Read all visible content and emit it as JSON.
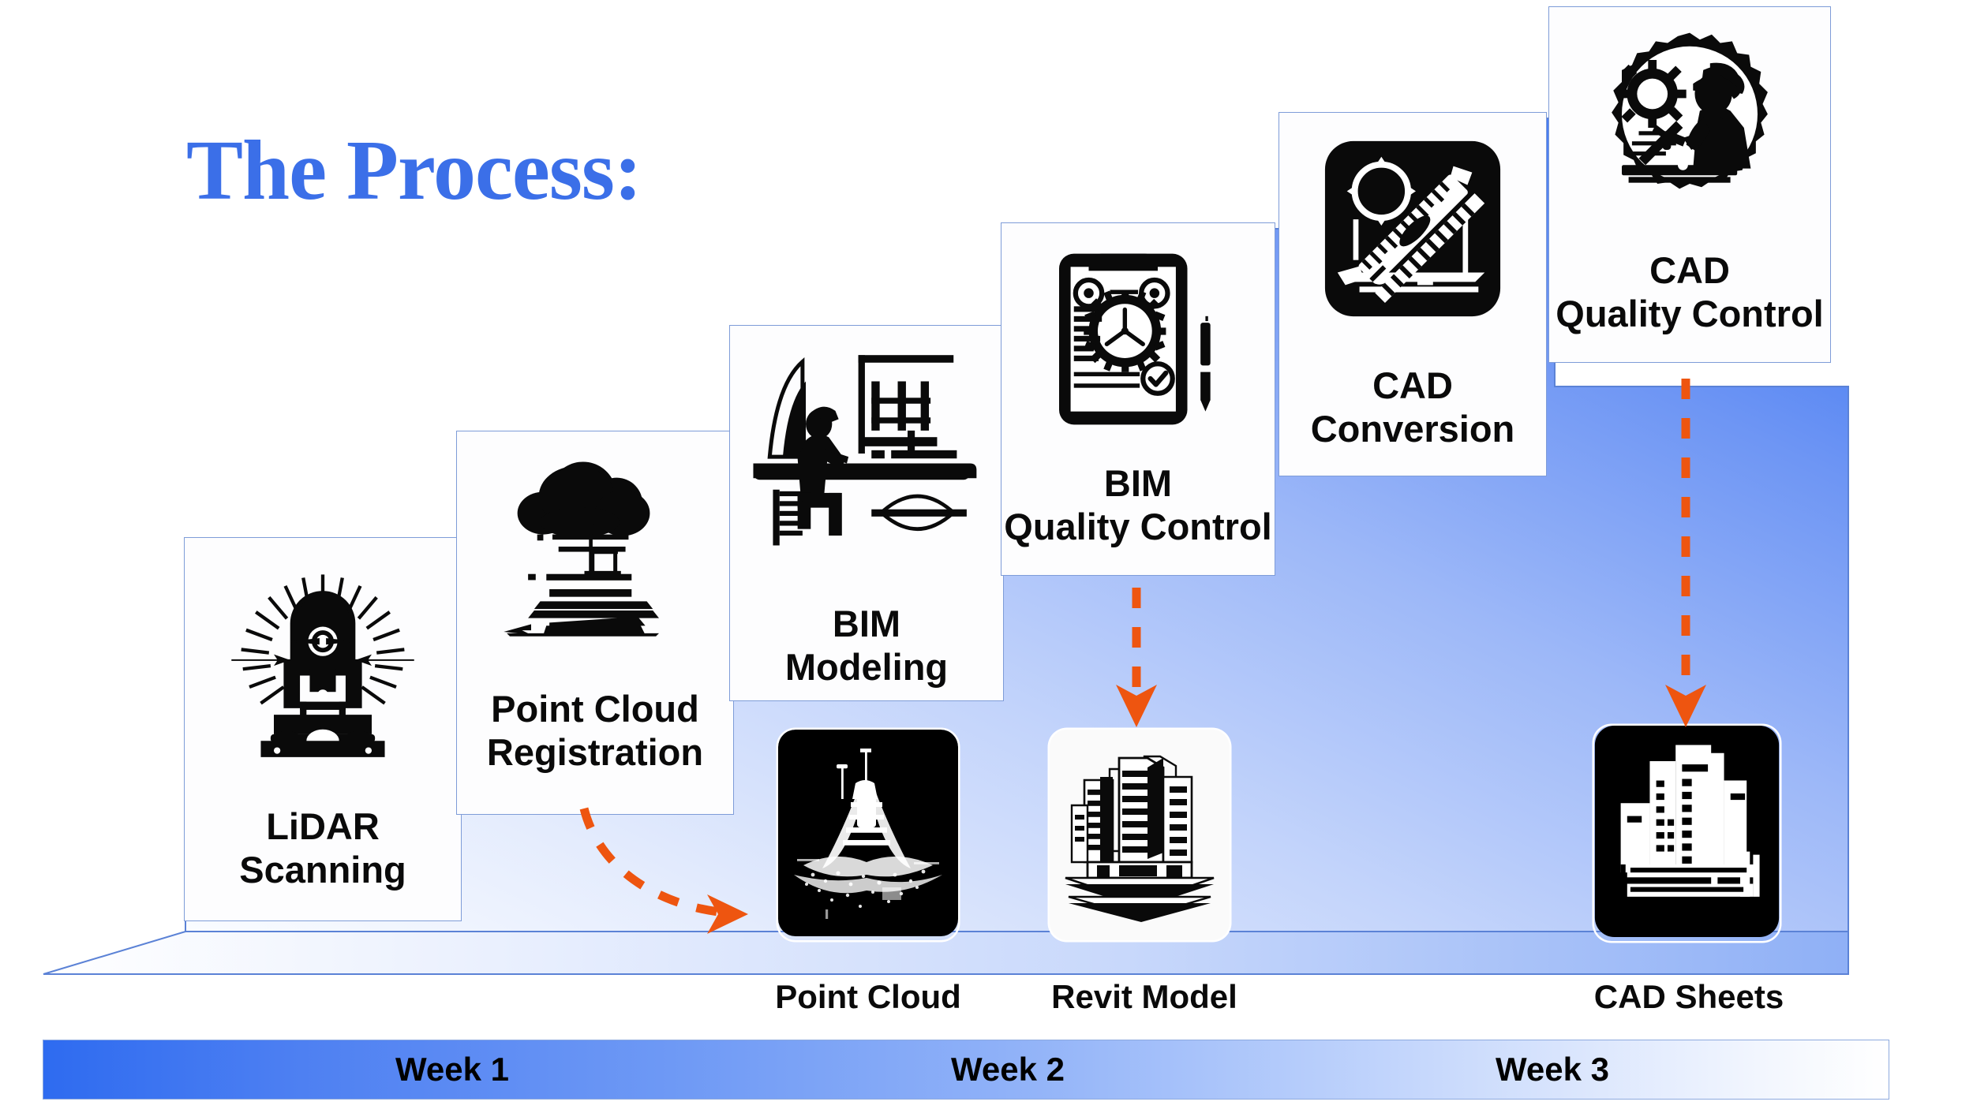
{
  "page": {
    "title": "The Process:",
    "title_color": "#3B6FE8",
    "accent_arrow_color": "#EE5510",
    "card_border_color": "#7E9CD8",
    "background_color": "#FFFFFF"
  },
  "steps": [
    {
      "id": "lidar-scanning",
      "label": "LiDAR\nScanning",
      "icon": "lidar-scanner-icon"
    },
    {
      "id": "point-cloud-registration",
      "label": "Point Cloud\nRegistration",
      "icon": "cloud-survey-icon"
    },
    {
      "id": "bim-modeling",
      "label": "BIM\nModeling",
      "icon": "architect-desk-icon"
    },
    {
      "id": "bim-quality-control",
      "label": "BIM\nQuality Control",
      "icon": "clipboard-gear-check-icon"
    },
    {
      "id": "cad-conversion",
      "label": "CAD\nConversion",
      "icon": "drafting-ruler-icon"
    },
    {
      "id": "cad-quality-control",
      "label": "CAD\nQuality Control",
      "icon": "gear-badge-drafter-icon"
    }
  ],
  "outputs": [
    {
      "id": "point-cloud",
      "label": "Point Cloud",
      "icon": "point-cloud-thumbnail"
    },
    {
      "id": "revit-model",
      "label": "Revit Model",
      "icon": "revit-building-thumbnail"
    },
    {
      "id": "cad-sheets",
      "label": "CAD Sheets",
      "icon": "cad-sheets-thumbnail"
    }
  ],
  "timeline": {
    "weeks": [
      {
        "id": "week-1",
        "label": "Week 1"
      },
      {
        "id": "week-2",
        "label": "Week 2"
      },
      {
        "id": "week-3",
        "label": "Week 3"
      }
    ]
  },
  "chart_data": {
    "type": "diagram",
    "title": "The Process:",
    "subtype": "ascending-staircase-process-flow",
    "stages": [
      {
        "order": 1,
        "name": "LiDAR Scanning",
        "step_level": 1,
        "week": "Week 1"
      },
      {
        "order": 2,
        "name": "Point Cloud Registration",
        "step_level": 2,
        "week": "Week 1",
        "produces": "Point Cloud"
      },
      {
        "order": 3,
        "name": "BIM Modeling",
        "step_level": 3,
        "week": "Week 2"
      },
      {
        "order": 4,
        "name": "BIM Quality Control",
        "step_level": 4,
        "week": "Week 2",
        "produces": "Revit Model"
      },
      {
        "order": 5,
        "name": "CAD Conversion",
        "step_level": 5,
        "week": "Week 3"
      },
      {
        "order": 6,
        "name": "CAD Quality Control",
        "step_level": 6,
        "week": "Week 3",
        "produces": "CAD Sheets"
      }
    ],
    "deliverables": [
      "Point Cloud",
      "Revit Model",
      "CAD Sheets"
    ],
    "timeline": [
      "Week 1",
      "Week 2",
      "Week 3"
    ]
  }
}
